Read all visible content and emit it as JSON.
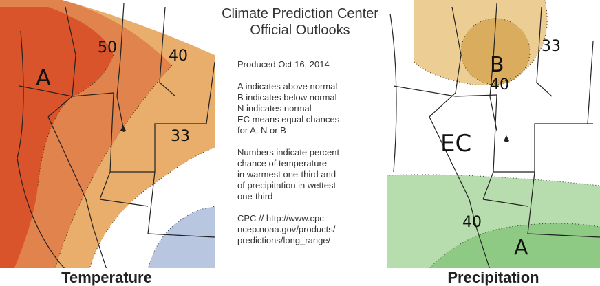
{
  "title": {
    "line1": "Climate Prediction Center",
    "line2": "Official Outlooks"
  },
  "produced": "Produced Oct 16, 2014",
  "legend": {
    "lines": [
      "A indicates above normal",
      "B indicates below normal",
      "N indicates normal",
      "EC means equal chances",
      "for A, N or B"
    ],
    "numbers_lines": [
      "Numbers indicate percent",
      "chance of temperature",
      "in warmest one-third and",
      "of precipitation in wettest",
      "one-third"
    ],
    "source_lines": [
      "CPC // http://www.cpc.",
      "ncep.noaa.gov/products/",
      "predictions/long_range/"
    ]
  },
  "temperature_map": {
    "caption": "Temperature",
    "category_label": "A",
    "contours": [
      "50",
      "40",
      "33"
    ],
    "colors": {
      "strong": "#d9532b",
      "medium": "#e0834d",
      "light": "#e9ae6c",
      "below": "#b9c6e0",
      "land": "#ffffff"
    }
  },
  "precipitation_map": {
    "caption": "Precipitation",
    "labels": [
      "B",
      "EC",
      "A"
    ],
    "contours": [
      "33",
      "40",
      "40"
    ],
    "colors": {
      "below_strong": "#d9ac5e",
      "below_light": "#ecce94",
      "above_light": "#b7dcae",
      "above_strong": "#8fca84",
      "land": "#ffffff"
    }
  }
}
